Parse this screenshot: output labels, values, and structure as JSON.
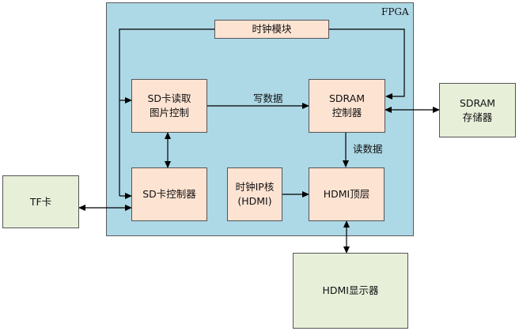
{
  "fpga": {
    "title": "FPGA"
  },
  "modules": {
    "clock_module": "时钟模块",
    "sd_read_picture": [
      "SD卡读取",
      "图片控制"
    ],
    "sdram_controller": [
      "SDRAM",
      "控制器"
    ],
    "sd_controller": "SD卡控制器",
    "clock_ip_core": [
      "时钟IP核",
      "(HDMI)"
    ],
    "hdmi_top": "HDMI顶层"
  },
  "external": {
    "tf_card": "TF卡",
    "sdram_storage": [
      "SDRAM",
      "存储器"
    ],
    "hdmi_display": "HDMI显示器"
  },
  "edge_labels": {
    "write_data": "写数据",
    "read_data": "读数据"
  }
}
